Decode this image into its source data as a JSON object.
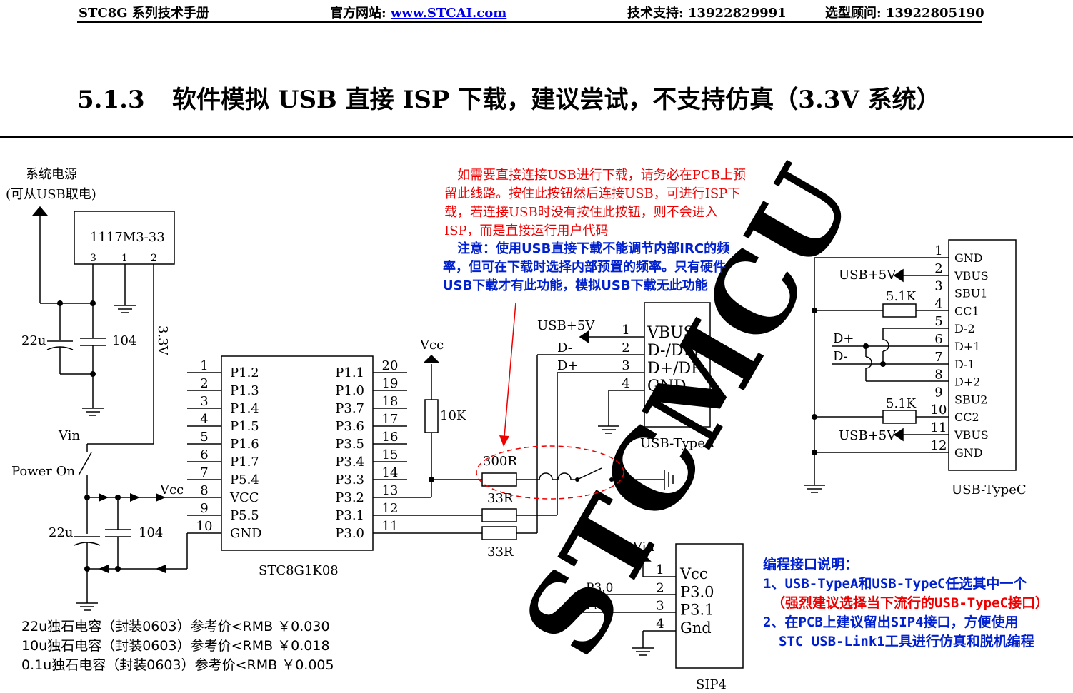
{
  "header": {
    "manual": "STC8G 系列技术手册",
    "site_label": "官方网站:",
    "site_link": "www.STCAI.com",
    "support": "技术支持: 13922829991",
    "advisor": "选型顾问: 13922805190"
  },
  "title": {
    "number": "5.1.3",
    "text": "软件模拟 USB 直接 ISP 下载，建议尝试，不支持仿真（3.3V 系统）"
  },
  "power": {
    "label1": "系统电源",
    "label2": "(可从USB取电)",
    "regulator": "1117M3-33",
    "reg_pin3": "3",
    "reg_pin1": "1",
    "reg_pin2": "2",
    "cap1": "22u",
    "cap2": "104",
    "rail": "3.3V"
  },
  "left": {
    "vin": "Vin",
    "power_on": "Power On",
    "vcc": "Vcc",
    "cap1": "22u",
    "cap2": "104"
  },
  "mcu": {
    "name": "STC8G1K08",
    "left_pins": [
      {
        "num": "1",
        "name": "P1.2"
      },
      {
        "num": "2",
        "name": "P1.3"
      },
      {
        "num": "3",
        "name": "P1.4"
      },
      {
        "num": "4",
        "name": "P1.5"
      },
      {
        "num": "5",
        "name": "P1.6"
      },
      {
        "num": "6",
        "name": "P1.7"
      },
      {
        "num": "7",
        "name": "P5.4"
      },
      {
        "num": "8",
        "name": "VCC"
      },
      {
        "num": "9",
        "name": "P5.5"
      },
      {
        "num": "10",
        "name": "GND"
      }
    ],
    "right_pins": [
      {
        "num": "20",
        "name": "P1.1"
      },
      {
        "num": "19",
        "name": "P1.0"
      },
      {
        "num": "18",
        "name": "P3.7"
      },
      {
        "num": "17",
        "name": "P3.6"
      },
      {
        "num": "16",
        "name": "P3.5"
      },
      {
        "num": "15",
        "name": "P3.4"
      },
      {
        "num": "14",
        "name": "P3.3"
      },
      {
        "num": "13",
        "name": "P3.2"
      },
      {
        "num": "12",
        "name": "P3.1"
      },
      {
        "num": "11",
        "name": "P3.0"
      }
    ]
  },
  "pullup": {
    "vcc": "Vcc",
    "res": "10K"
  },
  "series": {
    "r1": "300R",
    "r2": "33R",
    "r3": "33R"
  },
  "usba": {
    "name": "USB-TypeA",
    "usb5v": "USB+5V",
    "dminus": "D-",
    "dplus": "D+",
    "pins": [
      {
        "num": "1",
        "name": "VBUS"
      },
      {
        "num": "2",
        "name": "D-/DM"
      },
      {
        "num": "3",
        "name": "D+/DP"
      },
      {
        "num": "4",
        "name": "GND"
      }
    ]
  },
  "usbc": {
    "name": "USB-TypeC",
    "usb5v_1": "USB+5V",
    "usb5v_2": "USB+5V",
    "res1": "5.1K",
    "res2": "5.1K",
    "dplus": "D+",
    "dminus": "D-",
    "pins": [
      {
        "num": "1",
        "name": "GND"
      },
      {
        "num": "2",
        "name": "VBUS"
      },
      {
        "num": "3",
        "name": "SBU1"
      },
      {
        "num": "4",
        "name": "CC1"
      },
      {
        "num": "5",
        "name": "D-2"
      },
      {
        "num": "6",
        "name": "D+1"
      },
      {
        "num": "7",
        "name": "D-1"
      },
      {
        "num": "8",
        "name": "D+2"
      },
      {
        "num": "9",
        "name": "SBU2"
      },
      {
        "num": "10",
        "name": "CC2"
      },
      {
        "num": "11",
        "name": "VBUS"
      },
      {
        "num": "12",
        "name": "GND"
      }
    ]
  },
  "sip4": {
    "name": "SIP4",
    "vin": "Vin",
    "net1": "P3.0",
    "net2": "P3.1",
    "pins": [
      {
        "num": "1",
        "name": "Vcc"
      },
      {
        "num": "2",
        "name": "P3.0"
      },
      {
        "num": "3",
        "name": "P3.1"
      },
      {
        "num": "4",
        "name": "Gnd"
      }
    ]
  },
  "notes": {
    "red_lines": [
      "如需要直接连接USB进行下载，请务必在PCB上预",
      "留此线路。按住此按钮然后连接USB，可进行ISP下",
      "载，若连接USB时没有按住此按钮，则不会进入",
      "ISP，而是直接运行用户代码"
    ],
    "blue_lines": [
      "注意：使用USB直接下载不能调节内部IRC的频",
      "率，但可在下载时选择内部预置的频率。只有硬件",
      "USB下载才有此功能，模拟USB下载无此功能"
    ]
  },
  "prices": [
    "22u独石电容（封装0603）参考价<RMB ￥0.030",
    "10u独石电容（封装0603）参考价<RMB ￥0.018",
    "0.1u独石电容（封装0603）参考价<RMB ￥0.005"
  ],
  "prog": {
    "title": "编程接口说明：",
    "line1": "1、USB-TypeA和USB-TypeC任选其中一个",
    "line2": "（强烈建议选择当下流行的USB-TypeC接口）",
    "line3": "2、在PCB上建议留出SIP4接口，方便使用",
    "line4": "STC USB-Link1工具进行仿真和脱机编程"
  },
  "watermark": "STCMCU",
  "colors": {
    "note_red": "#e00000",
    "note_blue": "#0020d0",
    "link_blue": "#0000ee",
    "watermark": "#d8f0fb"
  }
}
